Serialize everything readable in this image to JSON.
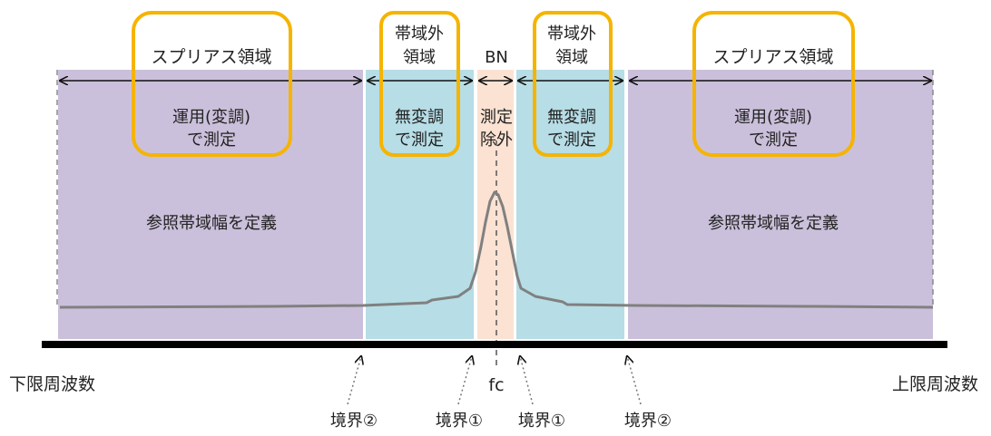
{
  "regions": {
    "spurious_left": {
      "title": "スプリアス領域",
      "note_line1": "運用(変調)",
      "note_line2": "で測定",
      "bandwidth": "参照帯域幅を定義"
    },
    "oob_left": {
      "title_line1": "帯域外",
      "title_line2": "領域",
      "note_line1": "無変調",
      "note_line2": "で測定"
    },
    "bn": {
      "title": "BN",
      "note_line1": "測定",
      "note_line2": "除外"
    },
    "oob_right": {
      "title_line1": "帯域外",
      "title_line2": "領域",
      "note_line1": "無変調",
      "note_line2": "で測定"
    },
    "spurious_right": {
      "title": "スプリアス領域",
      "note_line1": "運用(変調)",
      "note_line2": "で測定",
      "bandwidth": "参照帯域幅を定義"
    }
  },
  "axis": {
    "lower_freq": "下限周波数",
    "upper_freq": "上限周波数",
    "center": "fc"
  },
  "boundaries": {
    "b2_left": "境界②",
    "b1_left": "境界①",
    "b1_right": "境界①",
    "b2_right": "境界②"
  },
  "colors": {
    "spurious": "#cbc0db",
    "oob": "#b7dde6",
    "bn": "#fbe2d2",
    "highlight": "#f5b400",
    "signal": "#808080",
    "axis": "#000000"
  }
}
